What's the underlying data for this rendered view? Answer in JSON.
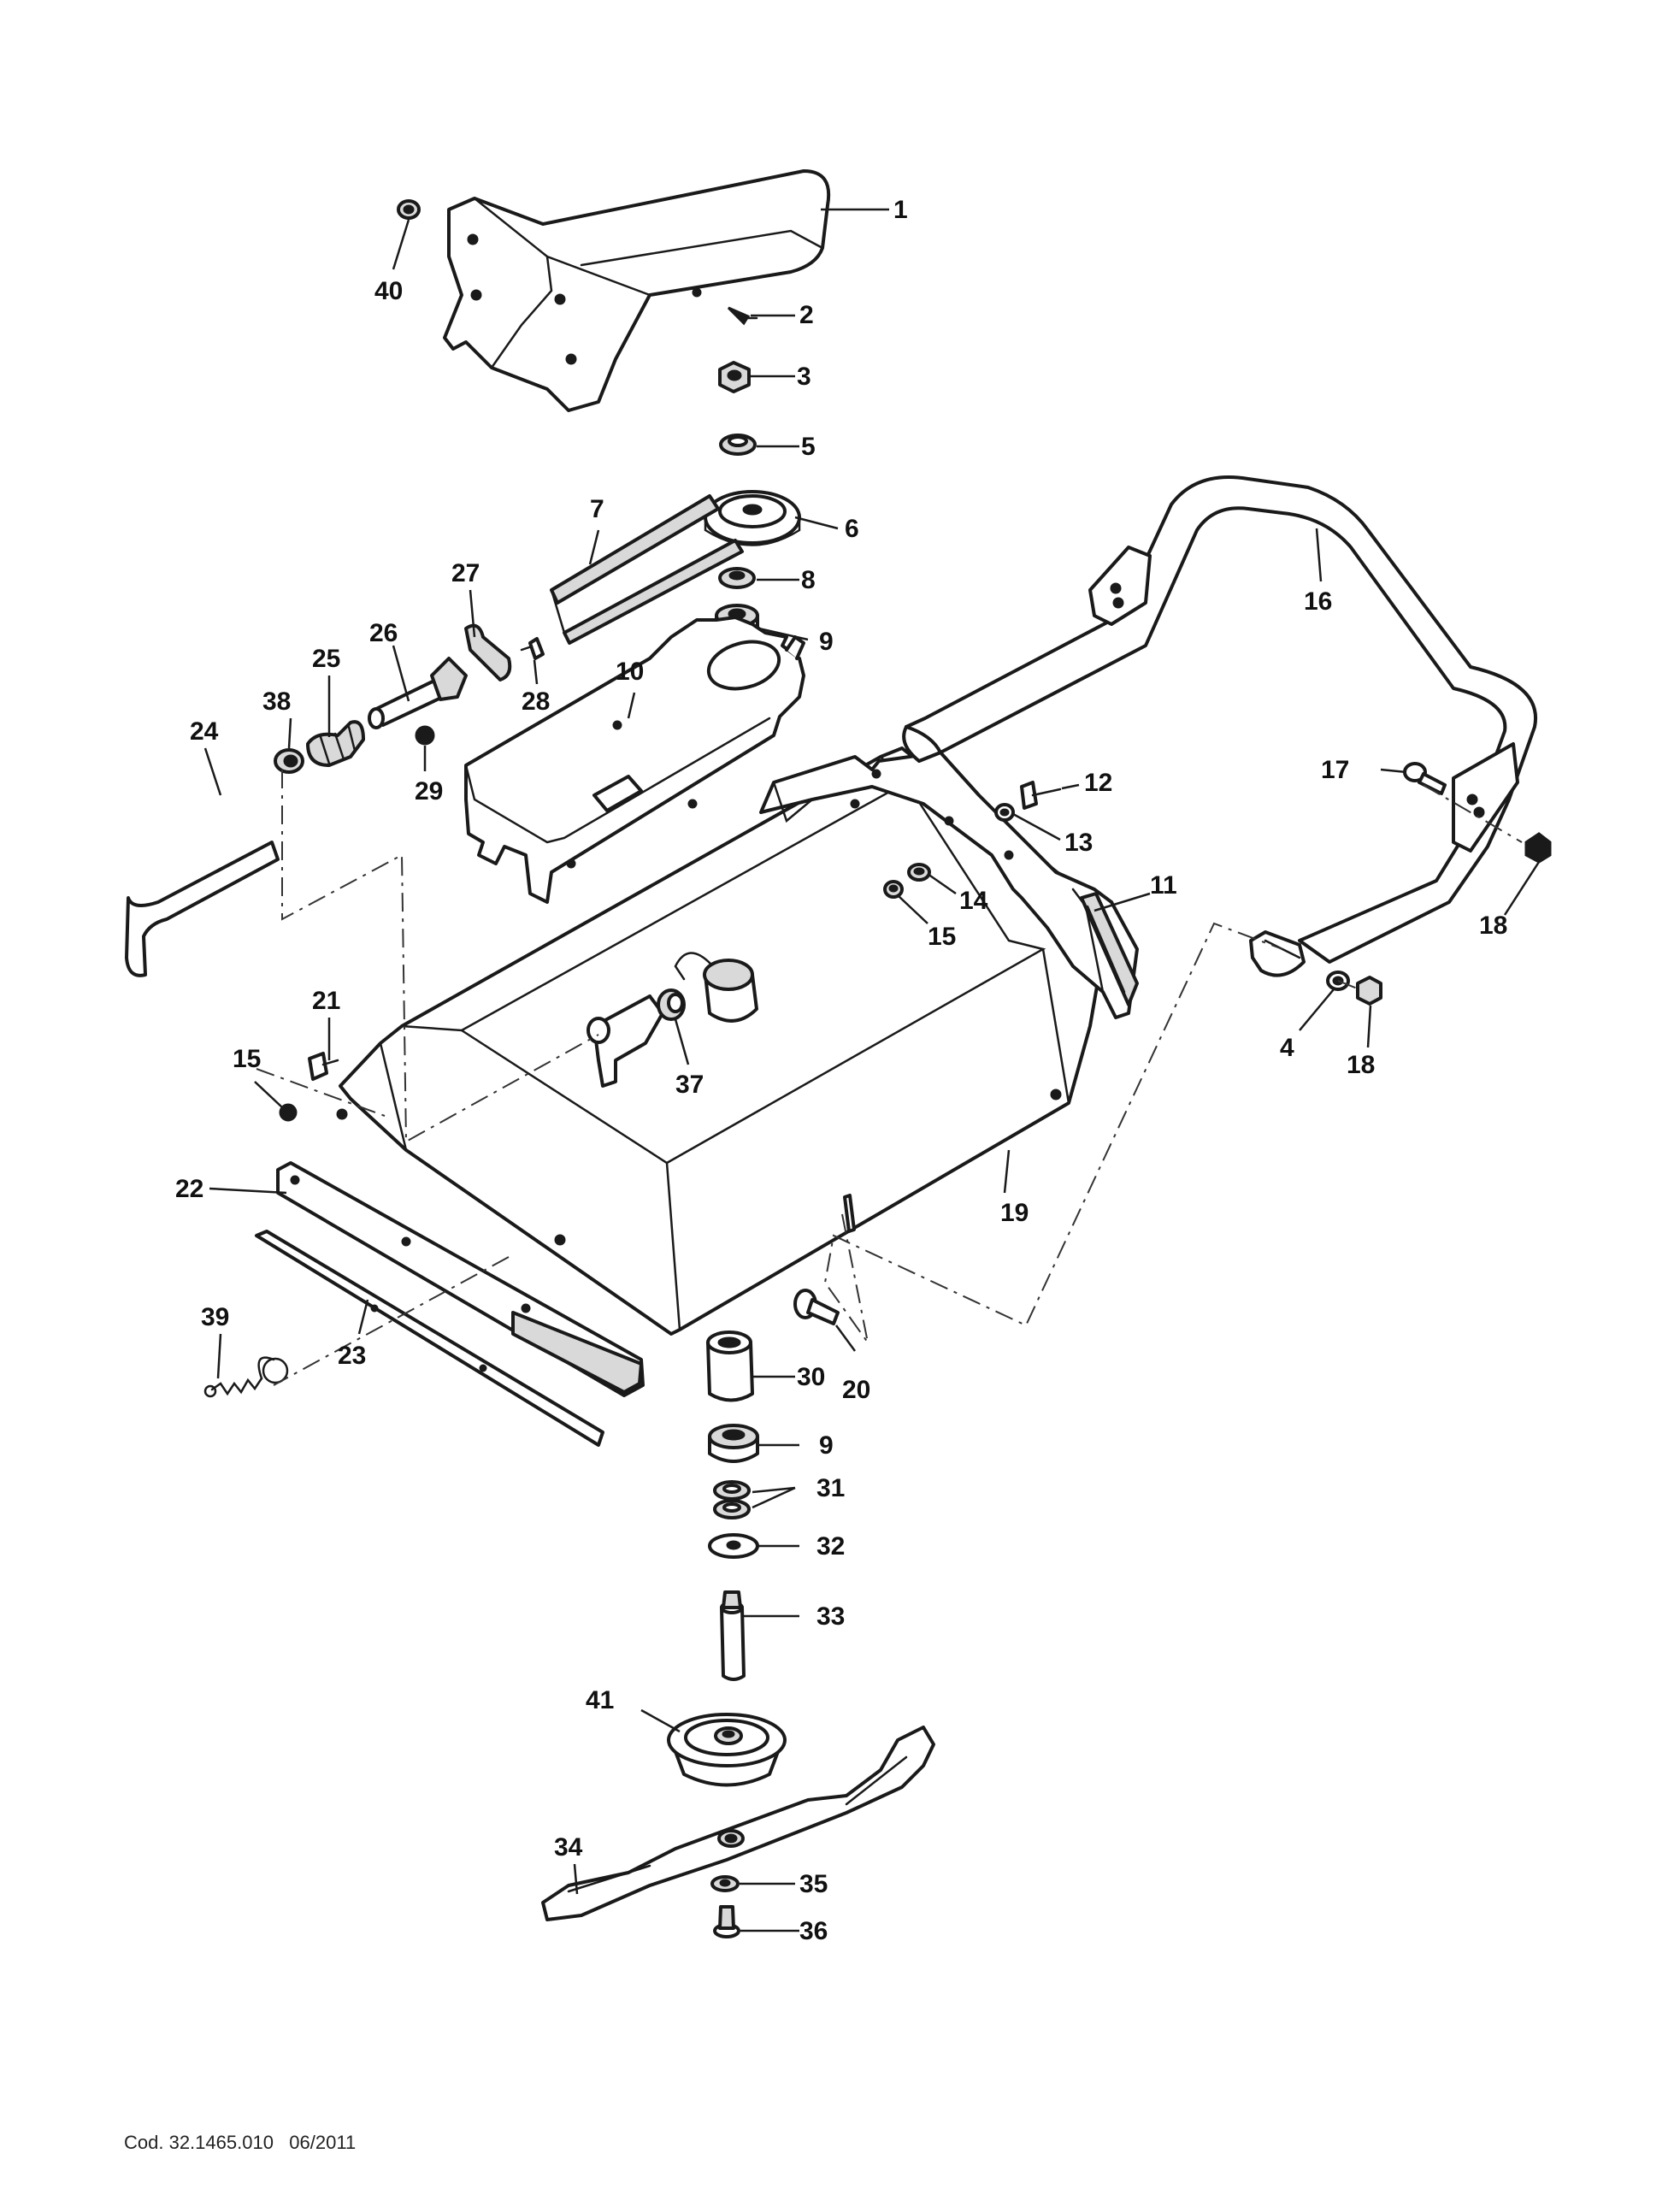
{
  "footer": {
    "code": "Cod. 32.1465.010",
    "date": "06/2011"
  },
  "callouts": {
    "n1": "1",
    "n2": "2",
    "n3": "3",
    "n4": "4",
    "n5": "5",
    "n6": "6",
    "n7": "7",
    "n8": "8",
    "n9a": "9",
    "n9b": "9",
    "n10": "10",
    "n11": "11",
    "n12": "12",
    "n13": "13",
    "n14": "14",
    "n15a": "15",
    "n15b": "15",
    "n16": "16",
    "n17": "17",
    "n18a": "18",
    "n18b": "18",
    "n19": "19",
    "n20": "20",
    "n21": "21",
    "n22": "22",
    "n23": "23",
    "n24": "24",
    "n25": "25",
    "n26": "26",
    "n27": "27",
    "n28": "28",
    "n29": "29",
    "n30": "30",
    "n31": "31",
    "n32": "32",
    "n33": "33",
    "n34": "34",
    "n35": "35",
    "n36": "36",
    "n37": "37",
    "n38": "38",
    "n39": "39",
    "n40": "40",
    "n41": "41"
  }
}
